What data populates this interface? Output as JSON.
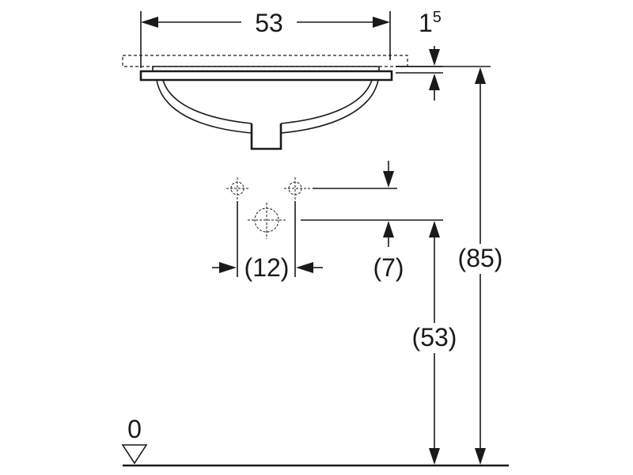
{
  "dimensions": {
    "basin_width": "53",
    "rim_thickness_base": "1",
    "rim_thickness_sup": "5",
    "drain_spacing": "(12)",
    "drain_offset": "(7)",
    "drain_height": "(53)",
    "rim_height": "(85)",
    "floor_level": "0"
  }
}
